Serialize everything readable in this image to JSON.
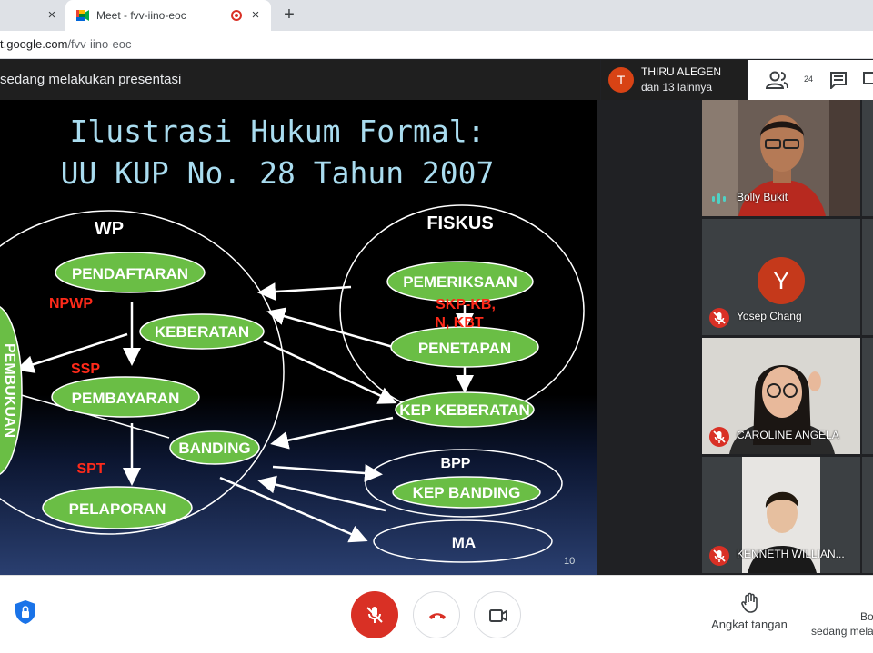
{
  "browser": {
    "prev_tab_close": "×",
    "active_tab": {
      "title": "Meet - fvv-iino-eoc",
      "close": "×"
    },
    "new_tab": "+",
    "url_host": "t.google.com",
    "url_path": "/fvv-iino-eoc"
  },
  "meet": {
    "presenting_text": "sedang melakukan presentasi",
    "speaker": {
      "initial": "T",
      "name": "THIRU ALEGEN",
      "others": "dan 13 lainnya"
    },
    "participant_count": "24",
    "slide": {
      "title_line1": "Ilustrasi Hukum Formal:",
      "title_line2": "UU KUP No. 28 Tahun 2007",
      "wp_label": "WP",
      "fiskus_label": "FISKUS",
      "pendaftaran": "PENDAFTARAN",
      "keberatan": "KEBERATAN",
      "pembayaran": "PEMBAYARAN",
      "banding": "BANDING",
      "pelaporan": "PELAPORAN",
      "pembukuan": "PEMBUKUAN",
      "npwp": "NPWP",
      "ssp": "SSP",
      "spt": "SPT",
      "pemeriksaan": "PEMERIKSAAN",
      "skp_line1": "SKP-KB,",
      "skp_line2": "N, KBT",
      "penetapan": "PENETAPAN",
      "kep_keberatan": "KEP KEBERATAN",
      "bpp": "BPP",
      "kep_banding": "KEP BANDING",
      "ma": "MA",
      "page_number": "10"
    },
    "participants": [
      {
        "name": "Bolly Bukit",
        "mic": "speaking"
      },
      {
        "name": "Yosep Chang",
        "initial": "Y",
        "mic": "muted"
      },
      {
        "name": "CAROLINE ANGELA",
        "mic": "muted"
      },
      {
        "name": "KENNETH WILLIAN...",
        "mic": "muted"
      }
    ]
  },
  "controls": {
    "raise_hand_label": "Angkat tangan",
    "presenter_name": "Bo",
    "presenter_sub": "sedang mela"
  },
  "colors": {
    "accent_red": "#d93025",
    "ellipse_green": "#6abe45",
    "slide_label_red": "#ff2a1a",
    "title_blue": "#a9dcef"
  }
}
